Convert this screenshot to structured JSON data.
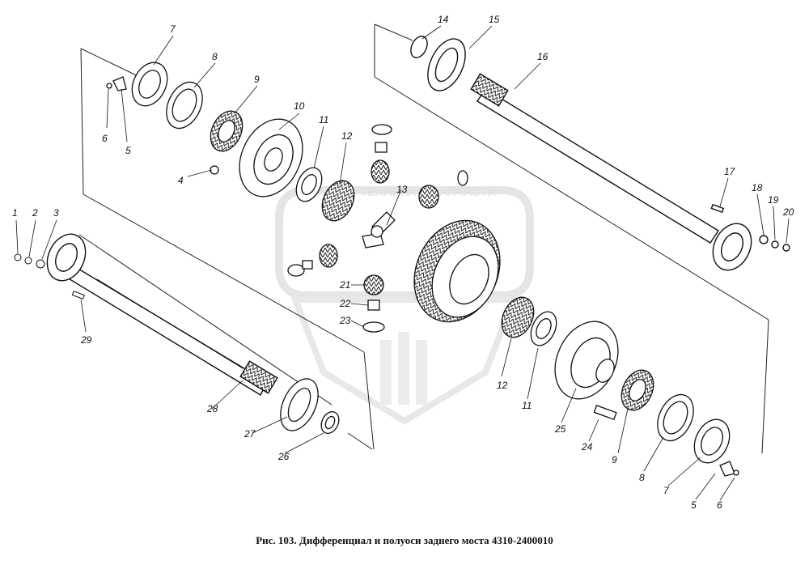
{
  "caption": "Рис. 103. Дифференциал и полуоси заднего моста 4310-2400010",
  "watermark": {
    "text": "ТЕХНИКА И ЗАПЧАСТИ"
  },
  "callouts": {
    "c1": "1",
    "c2": "2",
    "c3": "3",
    "c4": "4",
    "c5a": "5",
    "c6a": "6",
    "c7a": "7",
    "c8a": "8",
    "c9a": "9",
    "c10": "10",
    "c11a": "11",
    "c12a": "12",
    "c13": "13",
    "c14": "14",
    "c15": "15",
    "c16": "16",
    "c17": "17",
    "c18": "18",
    "c19": "19",
    "c20": "20",
    "c21": "21",
    "c22": "22",
    "c23": "23",
    "c29": "29",
    "c28": "28",
    "c27": "27",
    "c26": "26",
    "c12b": "12",
    "c11b": "11",
    "c25": "25",
    "c24": "24",
    "c9b": "9",
    "c8b": "8",
    "c7b": "7",
    "c5b": "5",
    "c6b": "6"
  }
}
